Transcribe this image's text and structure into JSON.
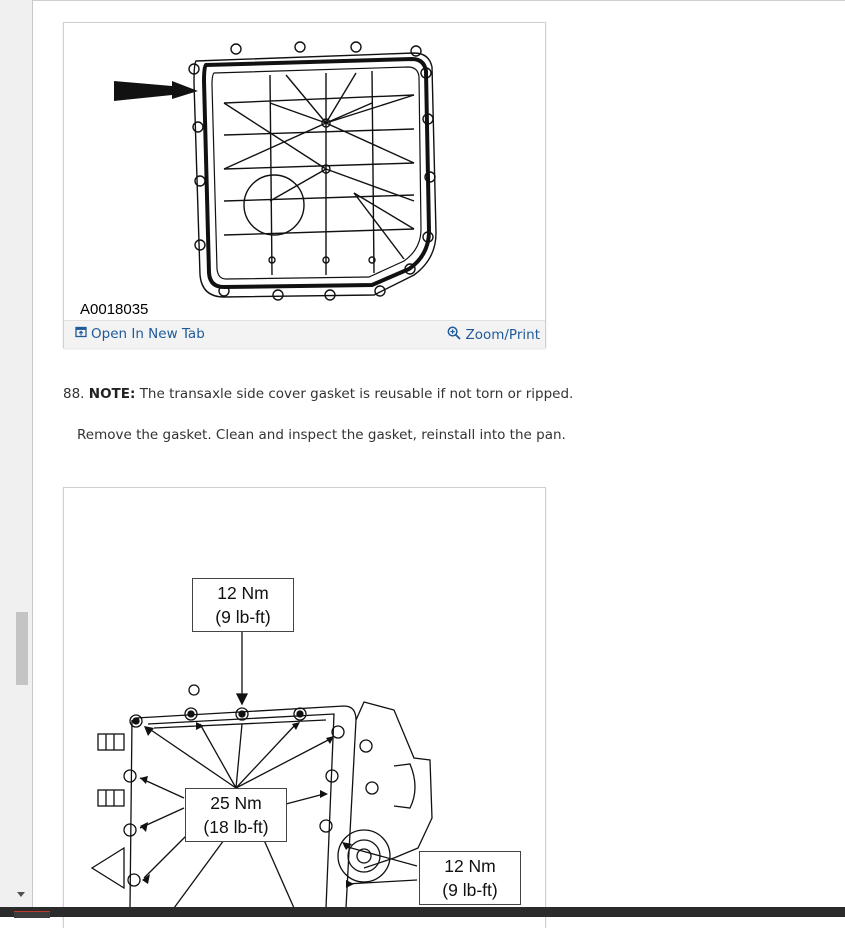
{
  "figure1": {
    "id": "A0018035",
    "open_tab_label": "Open In New Tab",
    "zoom_label": "Zoom/Print"
  },
  "step": {
    "number": "88.",
    "note_label": "NOTE:",
    "note_text": "The transaxle side cover gasket is reusable if not torn or ripped.",
    "instruction": "Remove the gasket. Clean and inspect the gasket, reinstall into the pan."
  },
  "figure2": {
    "callouts": {
      "top": {
        "nm": "12 Nm",
        "lbft": "(9 lb-ft)"
      },
      "middle": {
        "nm": "25 Nm",
        "lbft": "(18 lb-ft)"
      },
      "right": {
        "nm": "12 Nm",
        "lbft": "(9 lb-ft)"
      }
    }
  },
  "colors": {
    "link": "#1e5a9a",
    "text": "#333333",
    "line": "#111111"
  },
  "icons": {
    "open_tab": "open-new-tab-icon",
    "zoom": "zoom-icon"
  }
}
